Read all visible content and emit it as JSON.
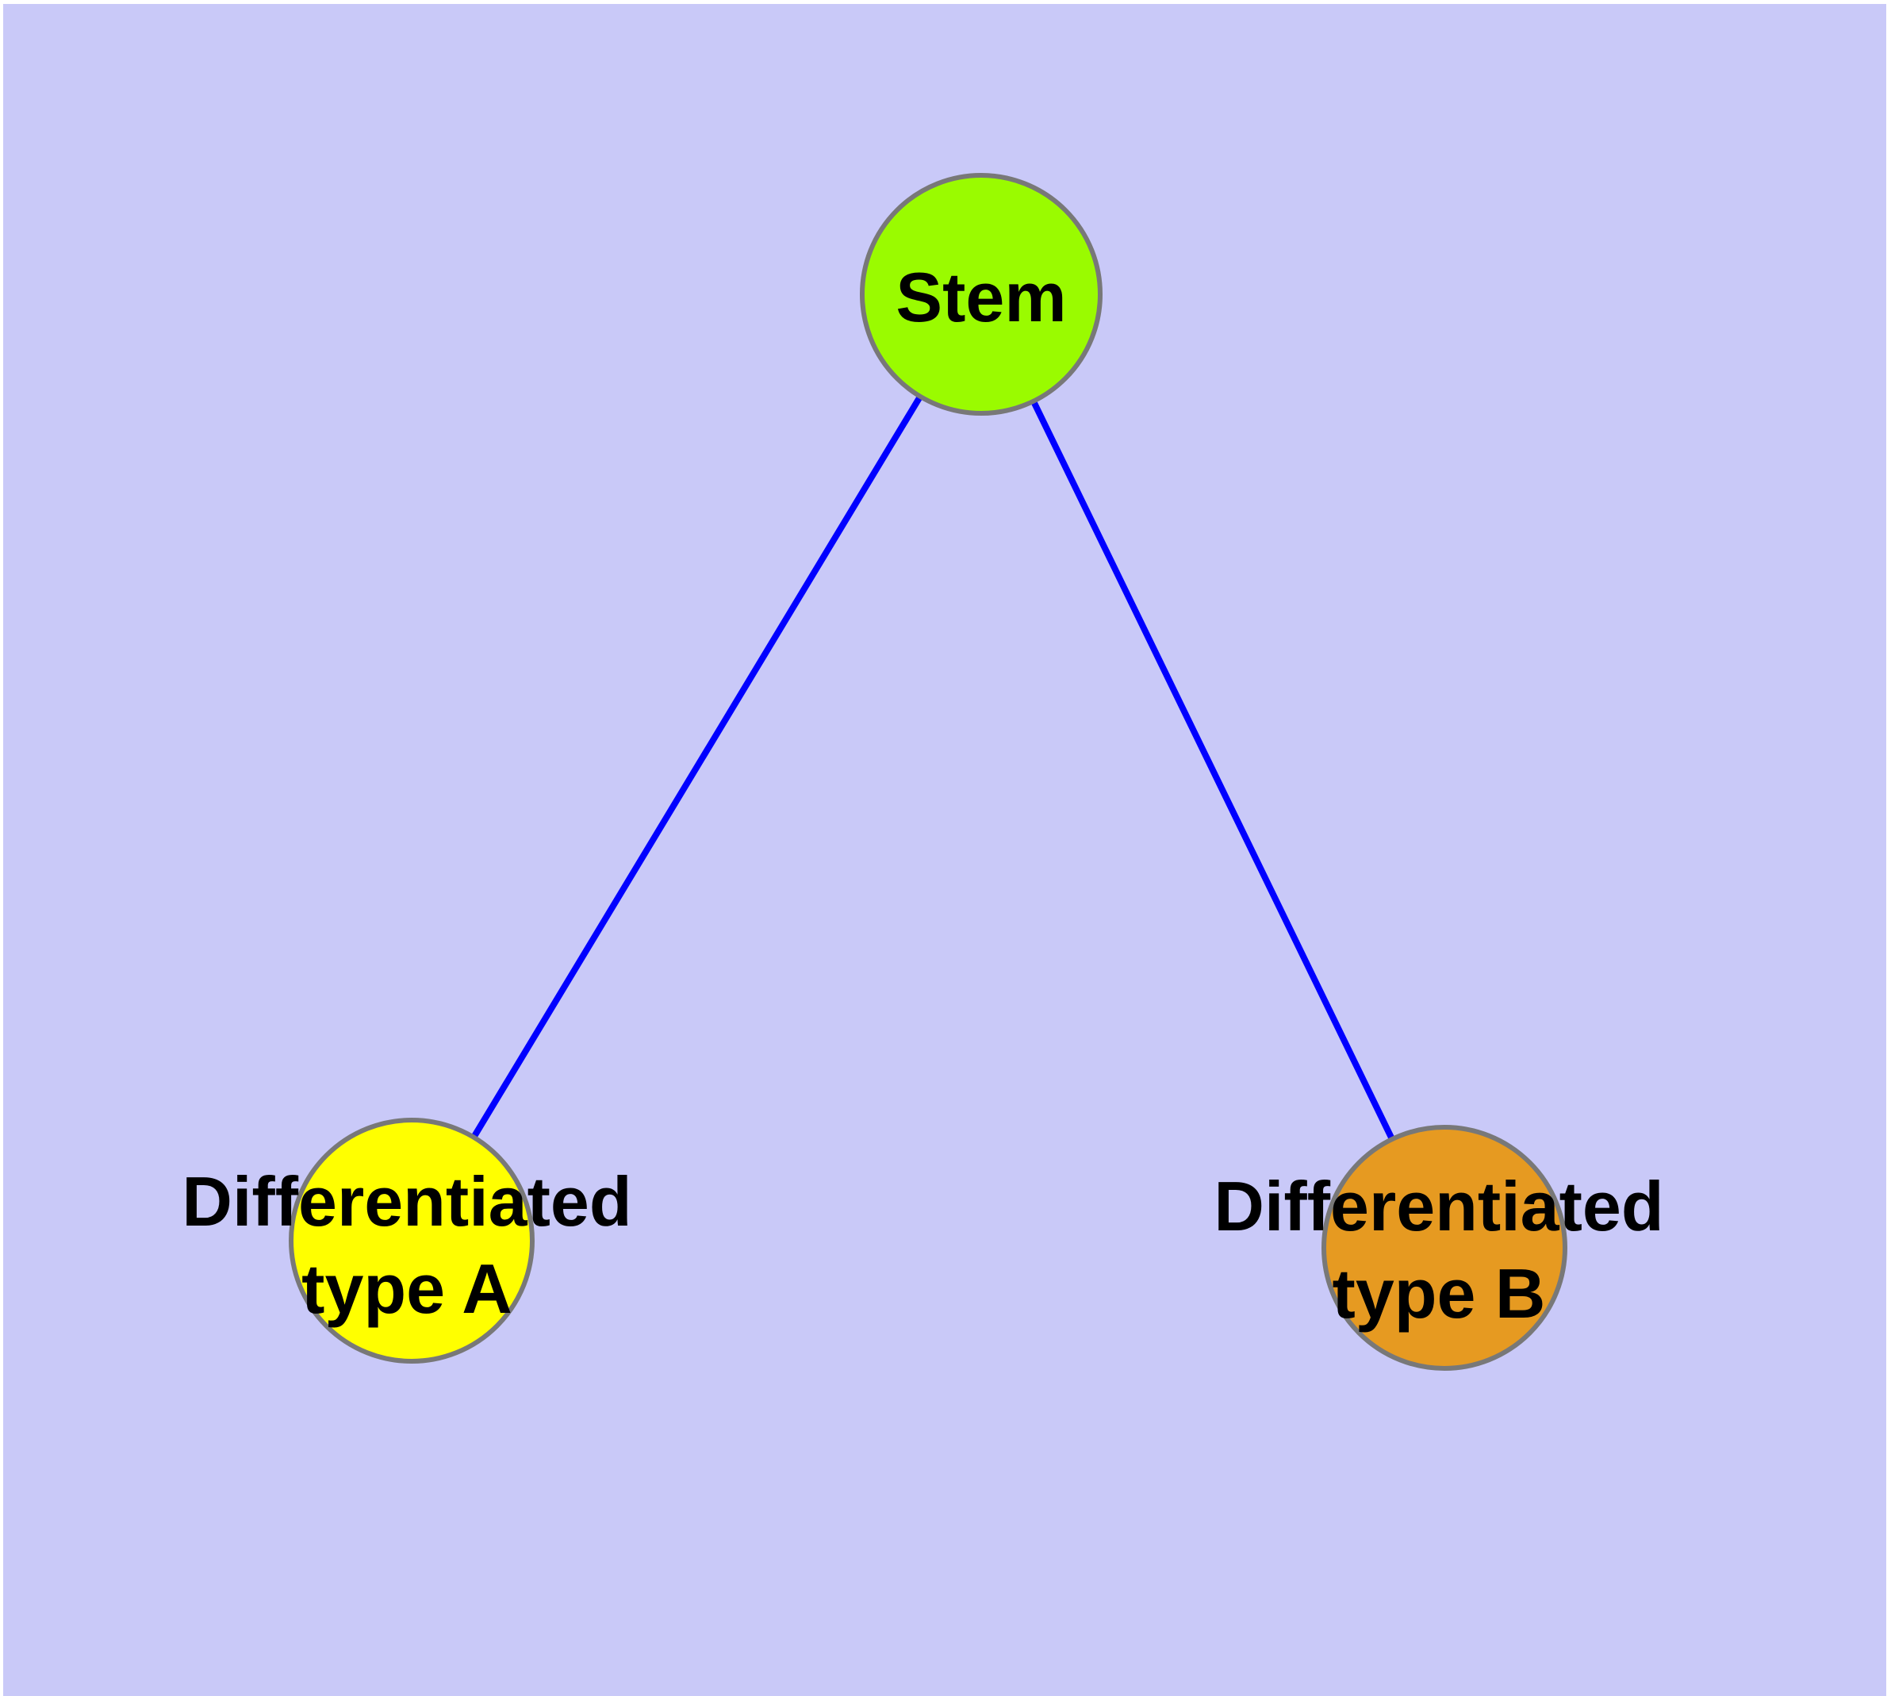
{
  "diagram": {
    "background_color": "#C9C9F8",
    "page_margin_color": "#FFFFFF",
    "edge_color": "#0000FF",
    "node_border_color": "#787878",
    "nodes": {
      "stem": {
        "label": "Stem",
        "fill": "#9AFB00",
        "shape": "circle"
      },
      "diff_a": {
        "label_line1": "Differentiated",
        "label_line2": "type A",
        "fill": "#FFFF00",
        "shape": "circle"
      },
      "diff_b": {
        "label_line1": "Differentiated",
        "label_line2": "type B",
        "fill": "#E69A21",
        "shape": "circle"
      }
    },
    "edges": [
      {
        "from": "Stem",
        "to": "Differentiated type A"
      },
      {
        "from": "Stem",
        "to": "Differentiated type B"
      }
    ]
  }
}
